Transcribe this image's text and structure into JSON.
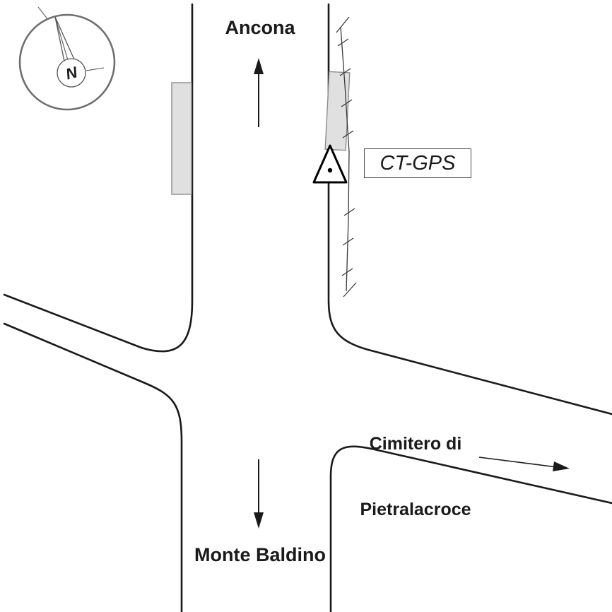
{
  "map": {
    "compass": {
      "north_label": "N",
      "icon": "compass-rose-icon"
    },
    "destinations": {
      "north": "Ancona",
      "south": "Monte Baldino",
      "east_line1": "Cimitero di",
      "east_line2": "Pietralacroce"
    },
    "station": {
      "label": "CT-GPS",
      "marker_icon": "survey-triangle-with-dot-icon"
    },
    "icons": {
      "north_direction": "arrow-up-icon",
      "south_direction": "arrow-down-icon",
      "east_direction": "arrow-right-icon",
      "boundary": "fence-hatched-line-icon"
    },
    "colors": {
      "road_stroke": "#1a1a1a",
      "building_fill": "#e0e0e0",
      "building_stroke": "#8c8c8c",
      "compass_stroke": "#6f6f6f",
      "background": "#ffffff"
    }
  }
}
